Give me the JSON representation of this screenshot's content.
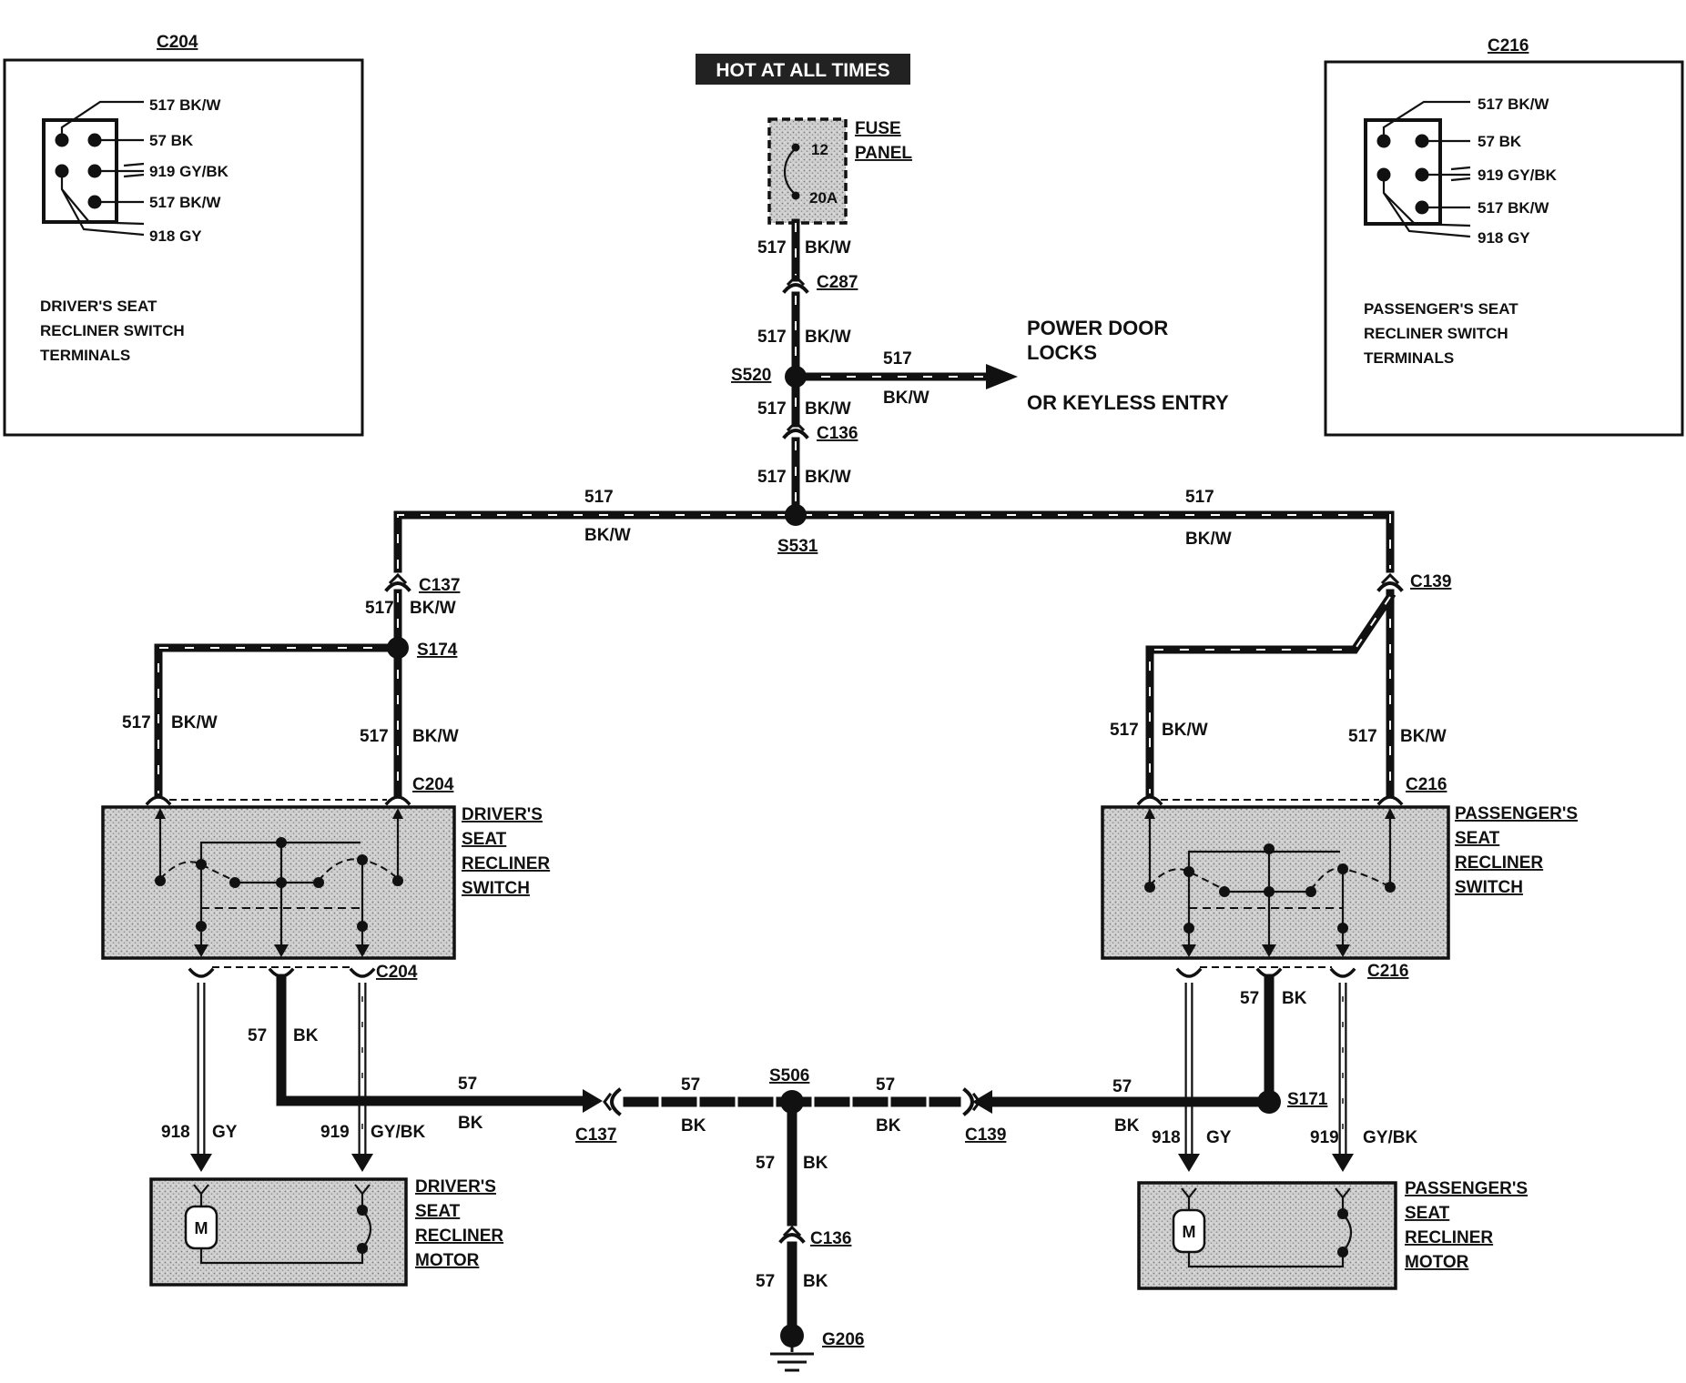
{
  "hot_label": "HOT AT ALL TIMES",
  "fuse": {
    "label1": "FUSE",
    "label2": "PANEL",
    "number": "12",
    "rating": "20A"
  },
  "power_feed": {
    "label1": "POWER DOOR",
    "label2": "LOCKS",
    "label3": "OR KEYLESS ENTRY"
  },
  "wires": {
    "w517": "517",
    "bkw": "BK/W",
    "w57": "57",
    "bk": "BK",
    "w918": "918",
    "gy": "GY",
    "w919": "919",
    "gybk": "GY/BK"
  },
  "connectors": {
    "c287": "C287",
    "c136": "C136",
    "c137": "C137",
    "c139": "C139",
    "c204": "C204",
    "c216": "C216"
  },
  "splices": {
    "s520": "S520",
    "s531": "S531",
    "s174": "S174",
    "s506": "S506",
    "s171": "S171"
  },
  "ground": "G206",
  "driver_terminals": {
    "title": "C204",
    "pins": [
      "517 BK/W",
      "57 BK",
      "919 GY/BK",
      "517 BK/W",
      "918 GY"
    ],
    "desc": [
      "DRIVER'S SEAT",
      "RECLINER SWITCH",
      "TERMINALS"
    ]
  },
  "passenger_terminals": {
    "title": "C216",
    "pins": [
      "517 BK/W",
      "57 BK",
      "919 GY/BK",
      "517 BK/W",
      "918 GY"
    ],
    "desc": [
      "PASSENGER'S SEAT",
      "RECLINER SWITCH",
      "TERMINALS"
    ]
  },
  "driver_switch": [
    "DRIVER'S",
    "SEAT",
    "RECLINER",
    "SWITCH"
  ],
  "passenger_switch": [
    "PASSENGER'S",
    "SEAT",
    "RECLINER",
    "SWITCH"
  ],
  "driver_motor": [
    "DRIVER'S",
    "SEAT",
    "RECLINER",
    "MOTOR"
  ],
  "passenger_motor": [
    "PASSENGER'S",
    "SEAT",
    "RECLINER",
    "MOTOR"
  ],
  "motor_symbol": "M"
}
